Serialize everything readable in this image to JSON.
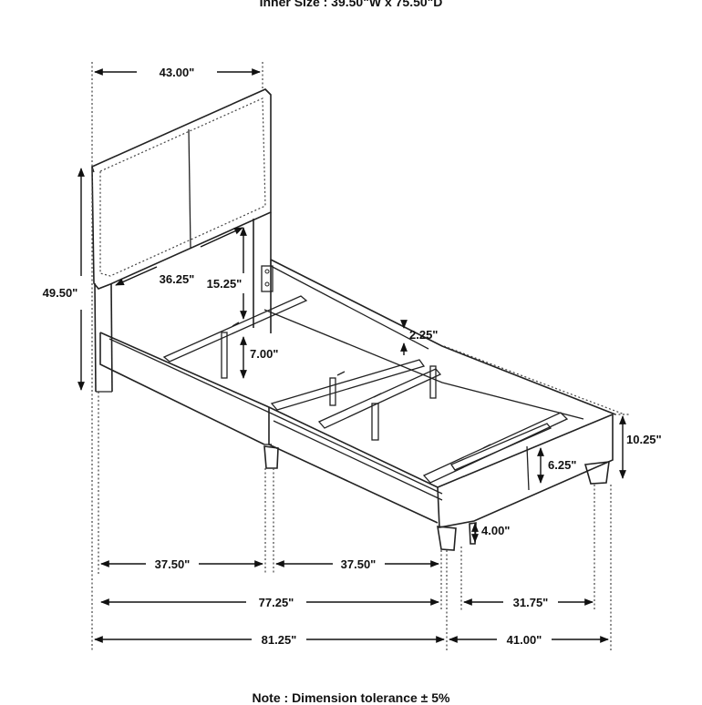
{
  "header": {
    "inner_size": "Inner Size : 39.50\"W x 75.50\"D"
  },
  "footer": {
    "tolerance": "Note : Dimension tolerance ± 5%"
  },
  "dimensions": {
    "headboard_width": "43.00\"",
    "total_height": "49.50\"",
    "headboard_panel_width": "36.25\"",
    "headboard_panel_height": "15.25\"",
    "slat_clearance": "7.00\"",
    "side_rail_gap": "2.25\"",
    "footboard_height": "10.25\"",
    "rail_height": "6.25\"",
    "leg_height": "4.00\"",
    "segment_left": "37.50\"",
    "segment_right": "37.50\"",
    "rail_length": "77.25\"",
    "foot_width": "31.75\"",
    "overall_length": "81.25\"",
    "overall_width": "41.00\""
  }
}
